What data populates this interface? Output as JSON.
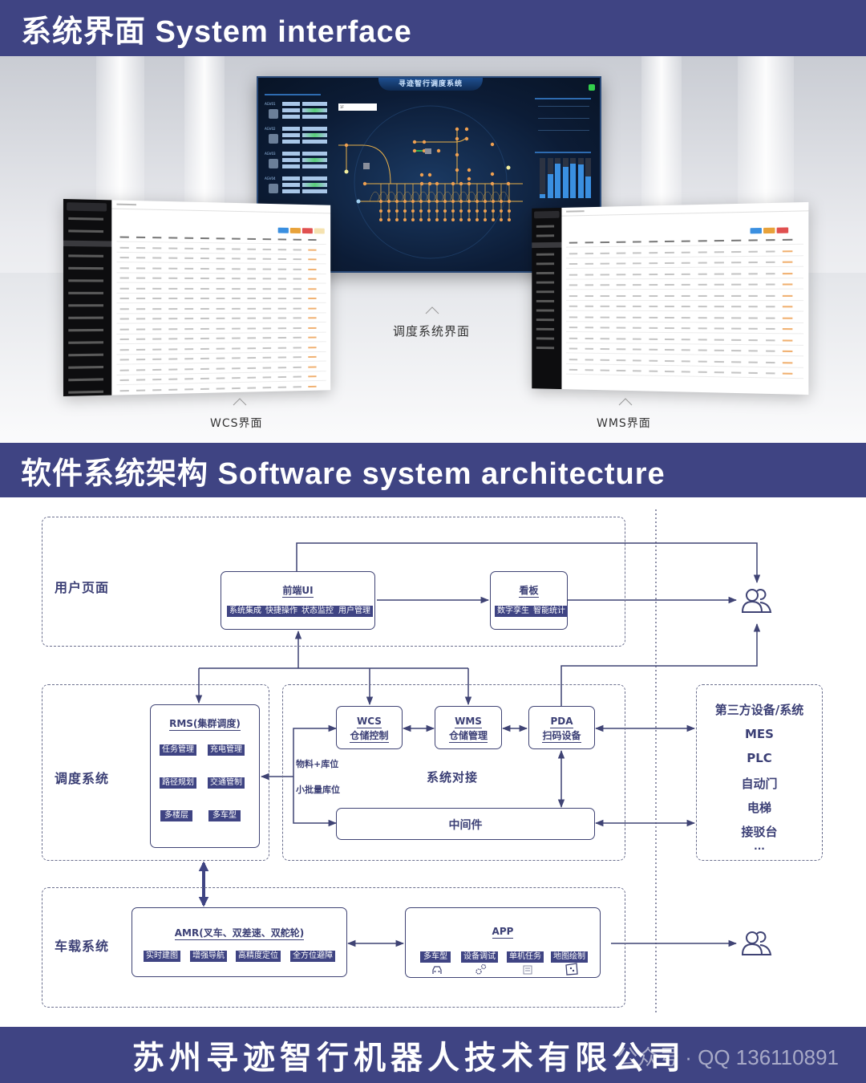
{
  "sections": {
    "system_interface": {
      "title": "系统界面 System interface"
    },
    "architecture": {
      "title": "软件系统架构 Software system architecture"
    },
    "footer": {
      "company": "苏州寻迹智行机器人技术有限公司",
      "watermark": "公众号 · QQ 136110891"
    }
  },
  "showcase": {
    "dispatch": {
      "screen_title": "寻迹智行调度系统",
      "caption": "调度系统界面",
      "map_selector": "1F",
      "robots": [
        "AGV01",
        "AGV02",
        "AGV03",
        "AGV04"
      ],
      "chart_bar_levels": [
        0.1,
        0.6,
        0.86,
        0.78,
        0.86,
        0.84,
        0.55
      ]
    },
    "wcs": {
      "caption": "WCS界面"
    },
    "wms": {
      "caption": "WMS界面"
    }
  },
  "architecture": {
    "zones": {
      "user_pages": "用户页面",
      "dispatch_system": "调度系统",
      "system_integration": "系统对接",
      "onboard_system": "车载系统"
    },
    "nodes": {
      "frontend_ui": {
        "title": "前端UI",
        "tags": [
          "系统集成",
          "快捷操作",
          "状态监控",
          "用户管理"
        ]
      },
      "dashboard": {
        "title": "看板",
        "tags": [
          "数字孪生",
          "智能统计"
        ]
      },
      "rms": {
        "title": "RMS(集群调度)",
        "tags": [
          "任务管理",
          "充电管理",
          "路径规划",
          "交通管制",
          "多楼层",
          "多车型"
        ]
      },
      "wcs": {
        "title_line1": "WCS",
        "title_line2": "仓储控制"
      },
      "wms": {
        "title_line1": "WMS",
        "title_line2": "仓储管理"
      },
      "pda": {
        "title_line1": "PDA",
        "title_line2": "扫码设备"
      },
      "middleware": {
        "title": "中间件"
      },
      "amr": {
        "title": "AMR(叉车、双差速、双舵轮)",
        "tags": [
          "实时建图",
          "增强导航",
          "高精度定位",
          "全方位避障"
        ]
      },
      "app": {
        "title": "APP",
        "tags": [
          "多车型",
          "设备调试",
          "单机任务",
          "地图绘制"
        ],
        "tag_icons": [
          "car-icon",
          "gears-icon",
          "document-icon",
          "map-icon"
        ]
      }
    },
    "edge_labels": [
      "物料+库位",
      "小批量库位"
    ],
    "third_party": {
      "title": "第三方设备/系统",
      "items": [
        "MES",
        "PLC",
        "自动门",
        "电梯",
        "接驳台",
        "..."
      ]
    },
    "user_icons": [
      "users-icon",
      "users-icon"
    ]
  }
}
